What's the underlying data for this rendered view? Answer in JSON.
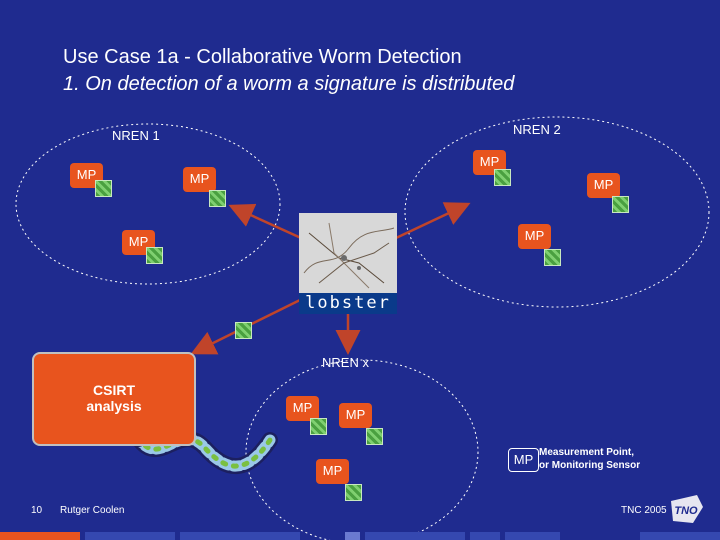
{
  "slide": {
    "title_line1": "Use Case 1a - Collaborative Worm Detection",
    "title_line2": "1. On detection of a worm a signature is distributed"
  },
  "clouds": {
    "nren1": "NREN 1",
    "nren2": "NREN 2",
    "nrenx": "NREN x"
  },
  "mp_label": "MP",
  "csirt": {
    "line1": "CSIRT",
    "line2": "analysis"
  },
  "center": {
    "logo_text": "lobster"
  },
  "legend": {
    "symbol": "MP",
    "line1": "Measurement Point,",
    "line2": "or Monitoring Sensor"
  },
  "footer": {
    "slide_number": "10",
    "author": "Rutger Coolen",
    "event": "TNC 2005",
    "logo_text": "TNO"
  },
  "colors": {
    "background": "#1f2b8f",
    "mp_box": "#e8541e",
    "arrow": "#c0442a",
    "sensor": "#6cc05a"
  }
}
